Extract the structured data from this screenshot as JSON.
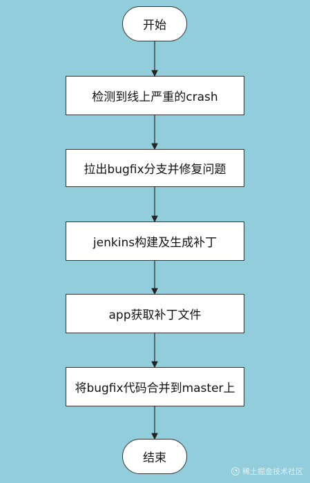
{
  "flowchart": {
    "start_label": "开始",
    "steps": [
      "检测到线上严重的crash",
      "拉出bugfix分支并修复问题",
      "jenkins构建及生成补丁",
      "app获取补丁文件",
      "将bugfix代码合并到master上"
    ],
    "end_label": "结束"
  },
  "watermark": {
    "text": "稀土掘金技术社区"
  },
  "colors": {
    "background": "#92cddb",
    "node_fill": "#ffffff",
    "line": "#222222"
  }
}
